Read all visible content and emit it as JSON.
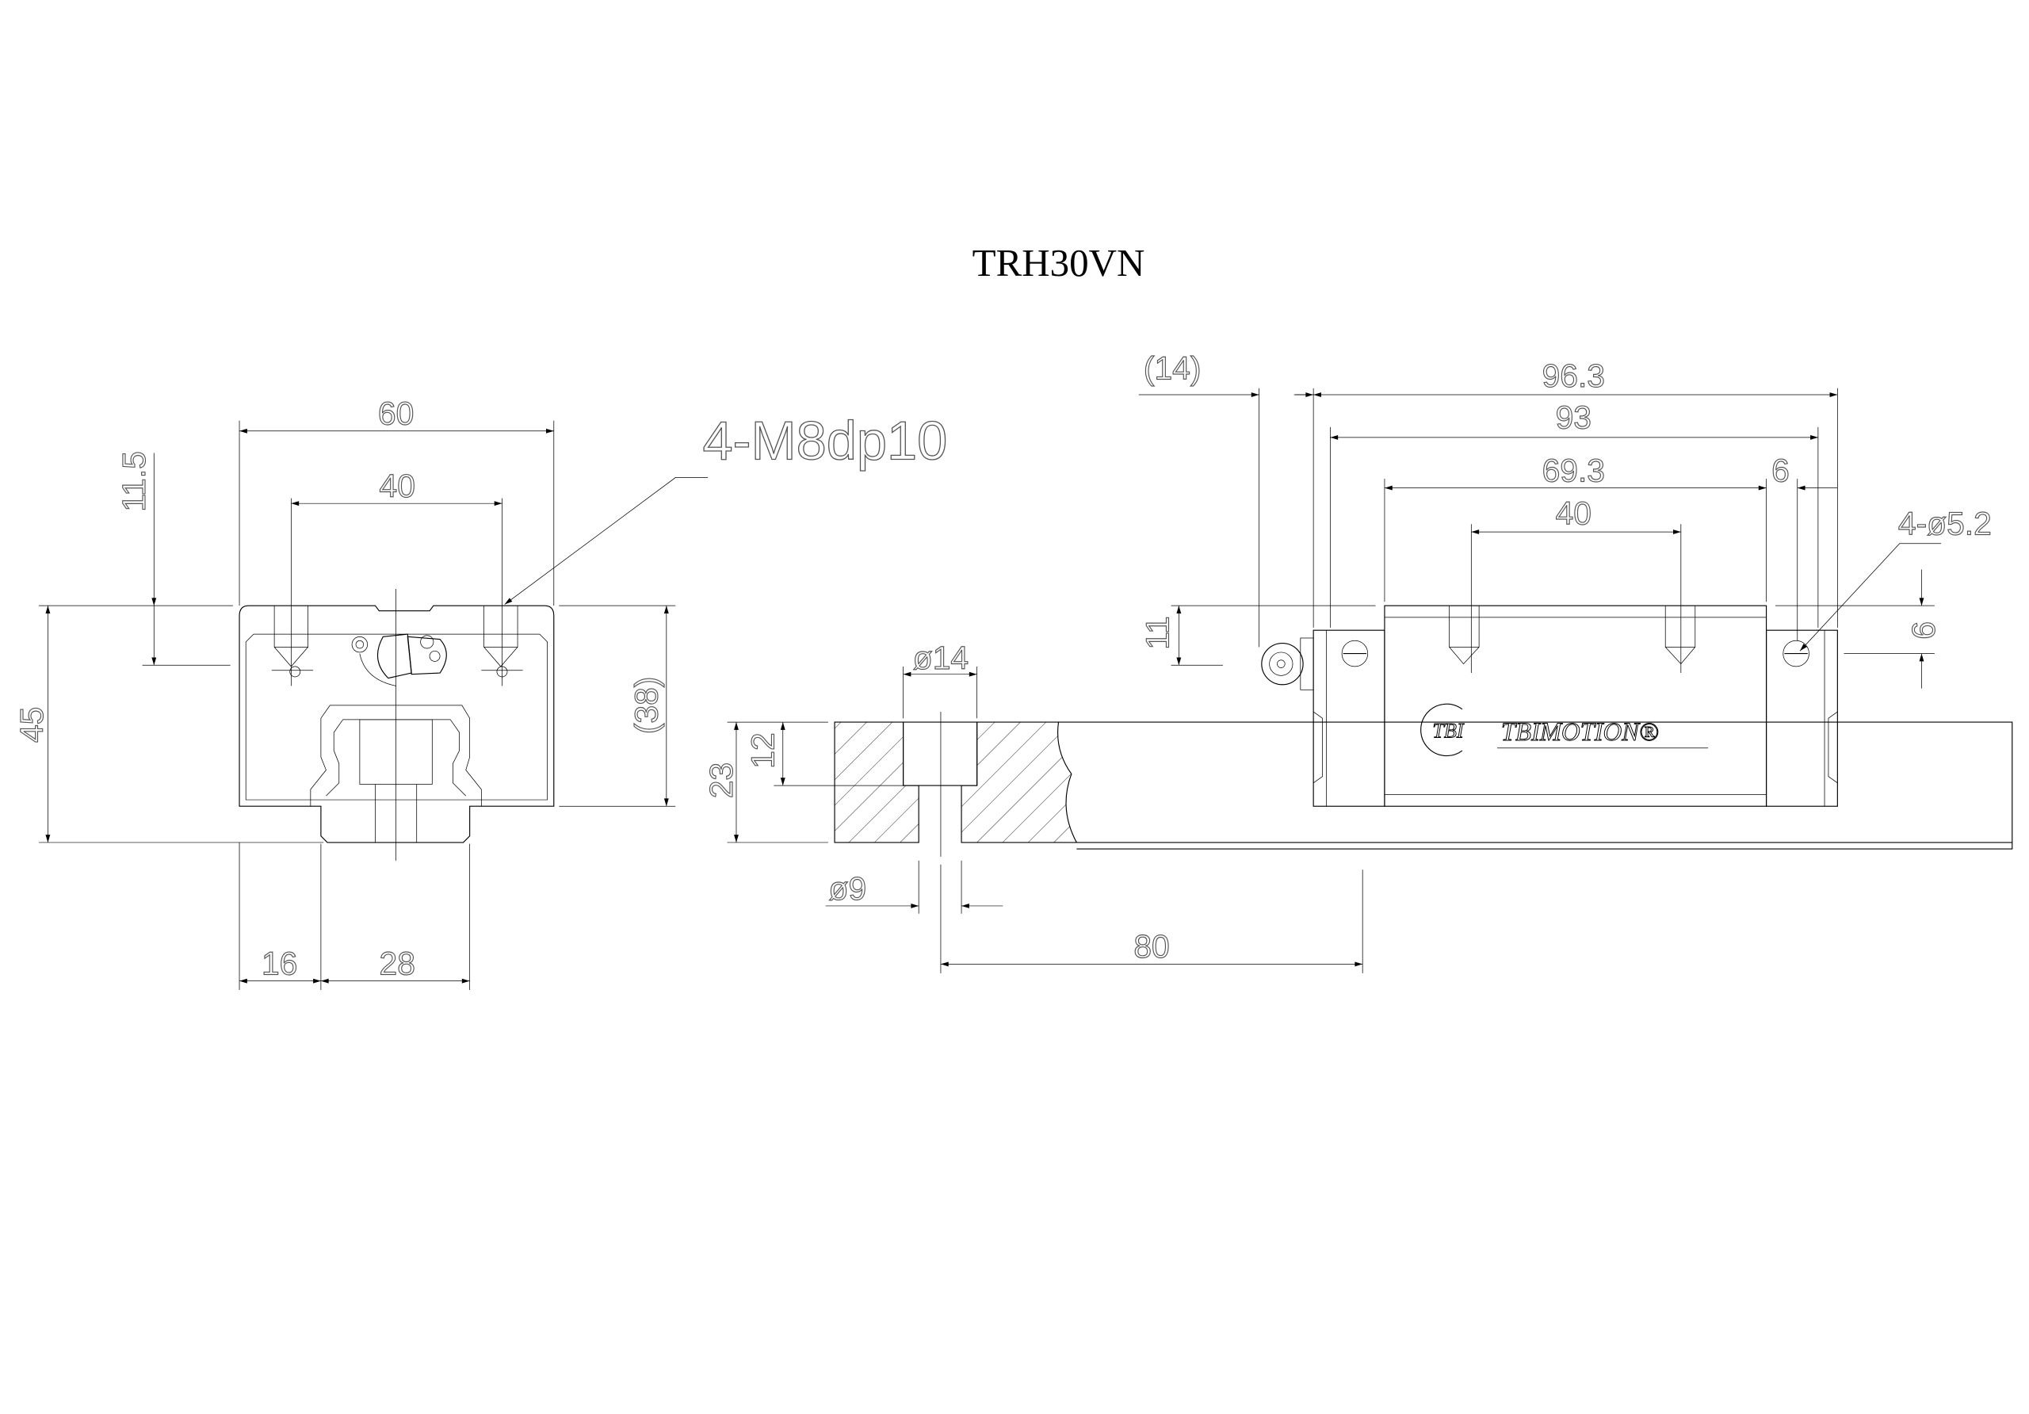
{
  "title": "TRH30VN",
  "front_view": {
    "width": "60",
    "hole_pitch": "40",
    "hole_height": "11.5",
    "total_height": "45",
    "block_height": "(38)",
    "side_offset": "16",
    "rail_width": "28",
    "tap_note": "4-M8dp10"
  },
  "rail_section": {
    "counterbore_dia": "ø14",
    "counterbore_depth": "12",
    "rail_height": "23",
    "hole_dia": "ø9",
    "hole_pitch": "80"
  },
  "side_view": {
    "nipple_length": "(14)",
    "overall_length": "96.3",
    "body_length": "93",
    "steel_length": "69.3",
    "end_offset": "6",
    "hole_pitch": "40",
    "nipple_height": "11",
    "side_hole_height": "9",
    "side_hole_note": "4-ø5.2",
    "logo_mark": "TBI",
    "logo_text": "TBIMOTION®"
  }
}
